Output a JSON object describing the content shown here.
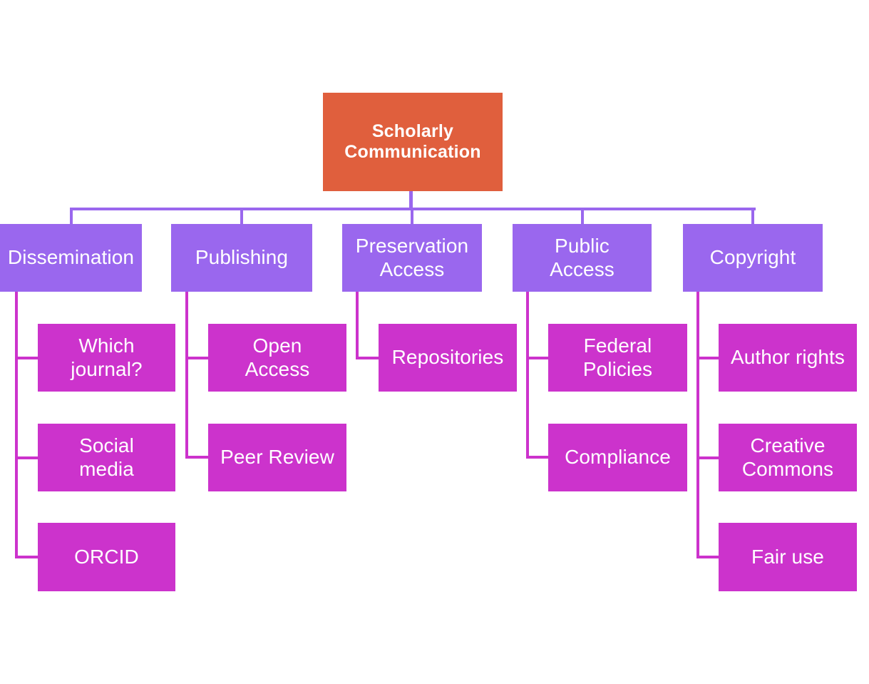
{
  "diagram": {
    "title": "Scholarly Communication",
    "type": "hierarchy-tree",
    "background_color": "#ffffff",
    "colors": {
      "root": "#e05f3d",
      "level2": "#9a67ee",
      "level3": "#cc33cc",
      "text": "#ffffff",
      "connector_level2": "#9a67ee",
      "connector_level3": "#cc33cc"
    },
    "root": {
      "label": "Scholarly\nCommunication"
    },
    "branches": [
      {
        "label": "Dissemination",
        "children": [
          {
            "label": "Which\njournal?"
          },
          {
            "label": "Social\nmedia"
          },
          {
            "label": "ORCID"
          }
        ]
      },
      {
        "label": "Publishing",
        "children": [
          {
            "label": "Open\nAccess"
          },
          {
            "label": "Peer Review"
          }
        ]
      },
      {
        "label": "Preservation\nAccess",
        "children": [
          {
            "label": "Repositories"
          }
        ]
      },
      {
        "label": "Public\nAccess",
        "children": [
          {
            "label": "Federal\nPolicies"
          },
          {
            "label": "Compliance"
          }
        ]
      },
      {
        "label": "Copyright",
        "children": [
          {
            "label": "Author rights"
          },
          {
            "label": "Creative\nCommons"
          },
          {
            "label": "Fair use"
          }
        ]
      }
    ]
  }
}
